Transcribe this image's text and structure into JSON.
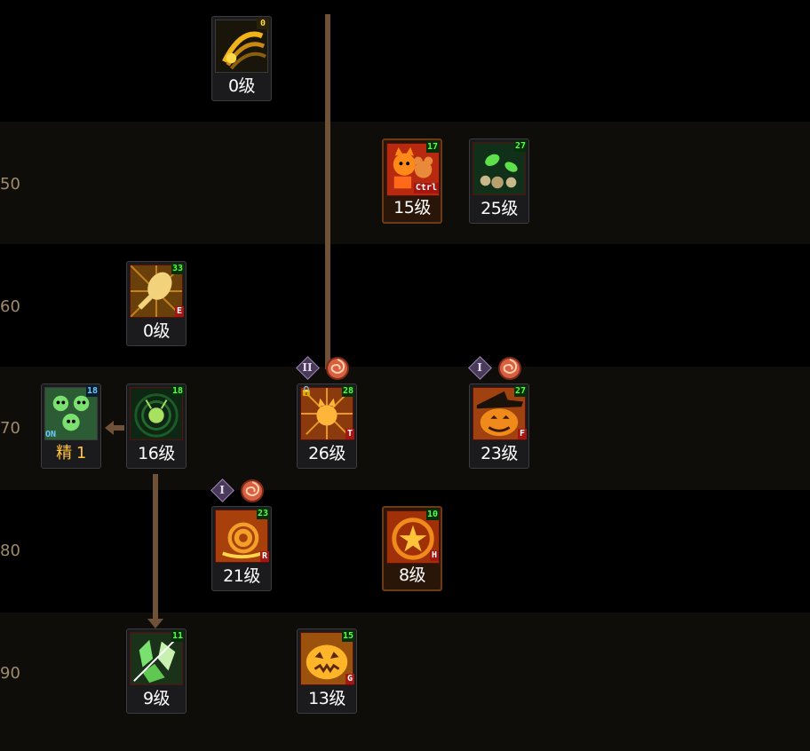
{
  "rows": [
    {
      "label": ""
    },
    {
      "label": "50"
    },
    {
      "label": "60"
    },
    {
      "label": "70"
    },
    {
      "label": "80"
    },
    {
      "label": "90"
    }
  ],
  "skills": {
    "s0": {
      "icon": "golden-wave-icon",
      "cap": "0",
      "level": "0级"
    },
    "s50a": {
      "icon": "cat-and-mouse-icon",
      "cap": "17",
      "hotkey": "Ctrl",
      "level": "15级"
    },
    "s50b": {
      "icon": "green-candy-icon",
      "cap": "27",
      "level": "25级"
    },
    "s60": {
      "icon": "golden-racket-icon",
      "cap": "33",
      "hotkey": "E",
      "level": "0级"
    },
    "s70a": {
      "icon": "green-triplet-faces-icon",
      "cap": "18",
      "on": "ON",
      "level": "精 1"
    },
    "s70b": {
      "icon": "green-bug-orb-icon",
      "cap": "18",
      "level": "16级"
    },
    "s70c": {
      "icon": "flame-cat-icon",
      "cap": "28",
      "hotkey": "T",
      "level": "26级",
      "rune": "II"
    },
    "s70d": {
      "icon": "pumpkin-witch-icon",
      "cap": "27",
      "hotkey": "F",
      "level": "23级",
      "rune": "I"
    },
    "s80a": {
      "icon": "fire-snail-icon",
      "cap": "23",
      "hotkey": "R",
      "level": "21级",
      "rune": "I"
    },
    "s80b": {
      "icon": "flame-star-ring-icon",
      "cap": "10",
      "hotkey": "H",
      "level": "8级"
    },
    "s90a": {
      "icon": "green-crystal-shards-icon",
      "cap": "11",
      "level": "9级"
    },
    "s90b": {
      "icon": "golden-pumpkin-icon",
      "cap": "15",
      "hotkey": "G",
      "level": "13级"
    }
  },
  "colors": {
    "accent_green": "#57ff48",
    "accent_blue": "#6ec8ff",
    "sp_gold": "#ffc43a",
    "connector": "#6e5137"
  }
}
